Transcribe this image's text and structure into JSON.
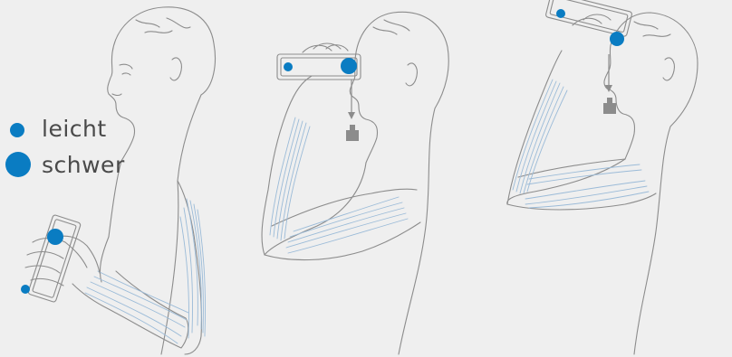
{
  "colors": {
    "background": "#efefef",
    "outline": "#8c8c8c",
    "accent": "#0a7cc2",
    "muscle": "#9bbbd8",
    "legend_text": "#4a4a4a"
  },
  "legend": {
    "light_label": "leicht",
    "heavy_label": "schwer"
  },
  "figures": [
    {
      "pose": "device-held-low",
      "weight_arrow": false
    },
    {
      "pose": "device-at-eyes-horizontal",
      "weight_arrow": true
    },
    {
      "pose": "device-at-eyes-tilted-up",
      "weight_arrow": true
    }
  ]
}
